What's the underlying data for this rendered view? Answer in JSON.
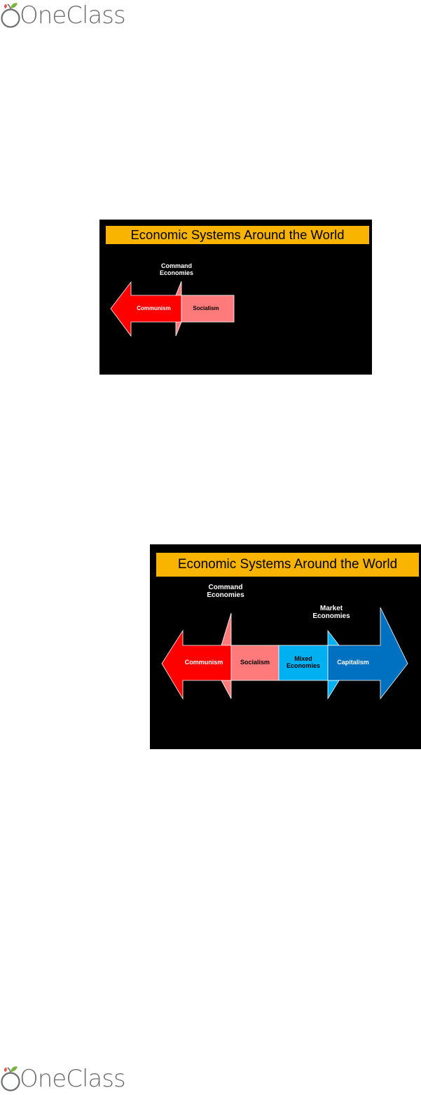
{
  "brand": {
    "name": "OneClass",
    "leaf_color": "#7cb342",
    "apple_color": "#ef5350",
    "text_color": "#6d6e71"
  },
  "slides": [
    {
      "title": "Economic Systems Around the World",
      "left_header": "Command\nEconomies",
      "segments": [
        {
          "label": "Communism",
          "color": "#ff0000"
        },
        {
          "label": "Socialism",
          "color": "#ff7a7a"
        }
      ]
    },
    {
      "title": "Economic Systems Around the World",
      "left_header": "Command\nEconomies",
      "right_header": "Market\nEconomies",
      "segments": [
        {
          "label": "Communism",
          "color": "#ff0000"
        },
        {
          "label": "Socialism",
          "color": "#ff7a7a"
        },
        {
          "label": "Mixed\nEconomies",
          "color": "#00b0f0"
        },
        {
          "label": "Capitalism",
          "color": "#0070c0"
        }
      ]
    }
  ]
}
